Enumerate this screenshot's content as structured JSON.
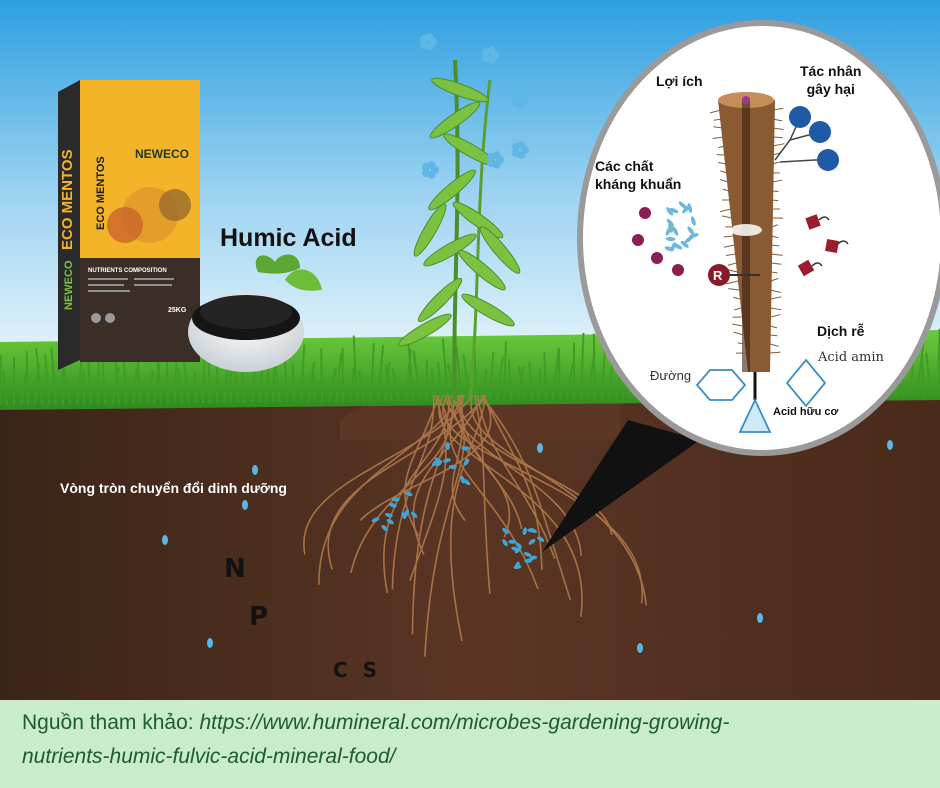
{
  "scene": {
    "humic_label": "Humic Acid",
    "cycle_label": "Vòng tròn chuyển đổi dinh dưỡng",
    "nutrients": [
      "N",
      "P",
      "C S"
    ]
  },
  "product_bag": {
    "brand": "NEWECO",
    "product_name": "ECO MENTOS",
    "side_text": "ECO MENTOS",
    "side_brand": "NEWECO",
    "composition_title": "NUTRIENTS COMPOSITION",
    "weight": "25KG"
  },
  "zoom": {
    "benefit": "Lợi ích",
    "pathogen_line1": "Tác nhân",
    "pathogen_line2": "gây hại",
    "antibacterial_line1": "Các chất",
    "antibacterial_line2": "kháng khuẩn",
    "root_exudate": "Dịch rễ",
    "amino_acid": "Acid amin",
    "sugar": "Đường",
    "organic_acid": "Acid hữu cơ",
    "receptor_marker": "R"
  },
  "footer": {
    "prefix": "Nguồn tham khảo: ",
    "url_part1": "https://www.humineral.com/microbes-gardening-growing-",
    "url_part2": "nutrients-humic-fulvic-acid-mineral-food/"
  },
  "colors": {
    "sky_top": "#3ea6e3",
    "grass": "#4caf2c",
    "soil": "#4a2a1a",
    "root": "#b07a4a",
    "bag_yellow": "#f3b42a",
    "footer_bg": "#c9eccb",
    "footer_text": "#1d5c2e",
    "pathogen_red": "#9b1c2c",
    "pathogen_blue": "#1f5aa6",
    "microbe_blue": "#3aa7d8"
  }
}
